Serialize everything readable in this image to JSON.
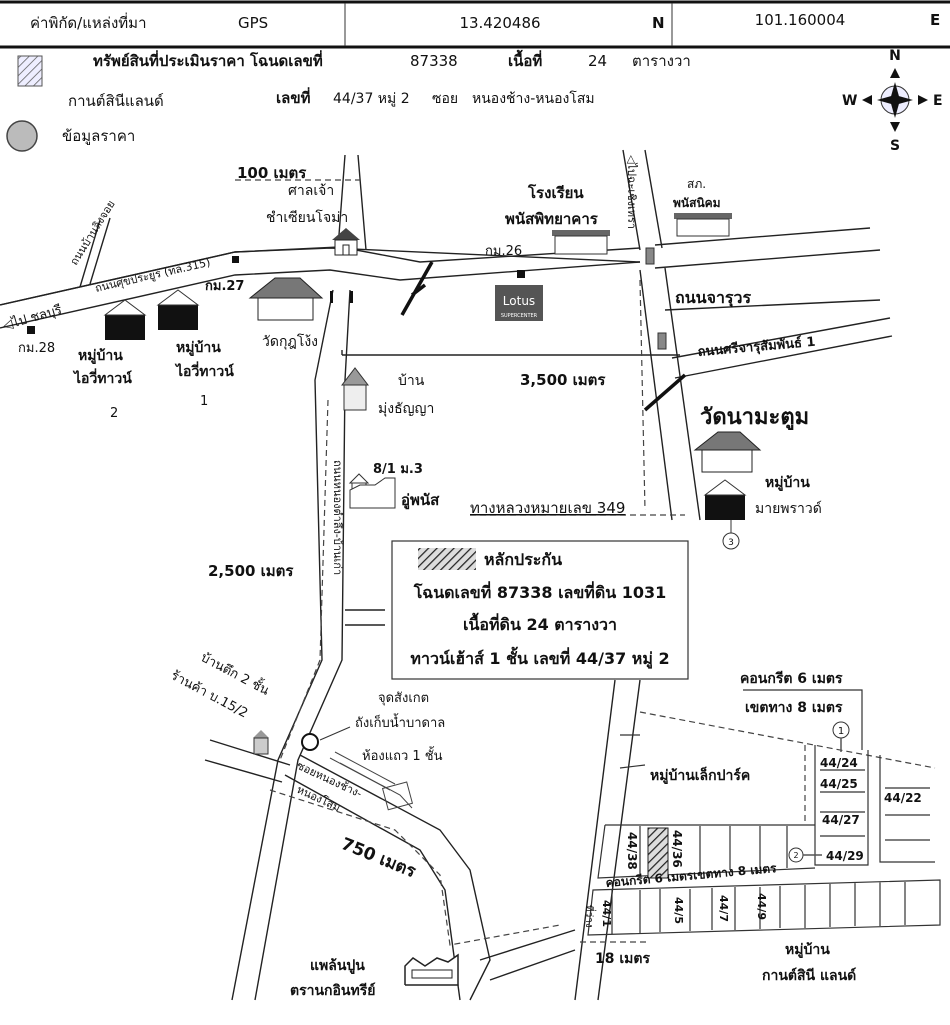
{
  "header": {
    "coord_label": "ค่าพิกัด/แหล่งที่มา",
    "source": "GPS",
    "latitude": "13.420486",
    "lat_dir": "N",
    "longitude": "101.160004",
    "lon_dir": "E"
  },
  "legend": {
    "subject_label": "ทรัพย์สินที่ประเมินราคา โฉนดเลขที่",
    "deed_no": "87338",
    "area_label": "เนื้อที่",
    "area_value": "24",
    "area_unit": "ตารางวา",
    "project": "กานต์สินีแลนด์",
    "address_label": "เลขที่",
    "address_value": "44/37 หมู่ 2",
    "soi_label": "ซอย",
    "soi_value": "หนองช้าง-หนองโสม",
    "price_data_label": "ข้อมูลราคา"
  },
  "compass": {
    "n": "N",
    "s": "S",
    "e": "E",
    "w": "W"
  },
  "map": {
    "dist_100": "100 เมตร",
    "shrine_1": "ศาลเจ้า",
    "shrine_2": "ชำเซียนโจม่า",
    "road_banlongjoi": "ถนนบ้านลิงจอย",
    "road_sukprayoon": "ถนนศุขประยูร (ทล.315)",
    "to_chonburi": "◁ไป ชลบุรี",
    "km28": "กม.28",
    "km27": "กม.27",
    "km26": "กม.26",
    "village_ivy_label": "หมู่บ้าน",
    "village_ivy_name": "ไอวี่ทาวน์",
    "village_ivy_2": "2",
    "village_ivy_1": "1",
    "wat_kukong": "วัดกุฎโง้ง",
    "house_mung_1": "บ้าน",
    "house_mung_2": "มุ่งธัญญา",
    "school_1": "โรงเรียน",
    "school_2": "พนัสพิทยาคาร",
    "lotus": "Lotus",
    "lotus_sub": "SUPERCENTER",
    "police_1": "สภ.",
    "police_2": "พนัสนิคม",
    "to_chachoengsao": "◁ไปฉะเชิงเทรา",
    "road_jaruworn": "ถนนจารุวร",
    "road_sri": "ถนนศรีจารุสัมพันธ์ 1",
    "dist_3500": "3,500 เมตร",
    "wat_namatoom": "วัดนามะตูม",
    "village_my_1": "หมู่บ้าน",
    "village_my_2": "มายพราวด์",
    "marker_3": "3",
    "house_81": "8/1 ม.3",
    "factory_upanas": "อู่พนัส",
    "highway_349": "ทางหลวงหมายเลข 349",
    "road_vertical": "ถนนหนองตำลึง-บ้านเก่า",
    "dist_2500": "2,500 เมตร",
    "shop_1": "บ้านตึก 2 ชั้น",
    "shop_2": "ร้านค้า บ.15/2",
    "observe_1": "จุดสังเกต",
    "observe_2": "ถังเก็บน้ำบาดาล",
    "row_house": "ห้องแถว 1 ชั้น",
    "soi_1": "ซอยหนองช้าง-",
    "soi_2": "หนองโสม",
    "dist_750": "750 เมตร",
    "plant_1": "แพล้นปูน",
    "plant_2": "ตรานกอินทรีย์",
    "concrete_top": "คอนกรีต 6 เมตร",
    "row_top": "เขตทาง 8 เมตร",
    "village_lek": "หมู่บ้านเล็กปาร์ค",
    "concrete_mid": "คอนกรีต 6 เมตรเขตทาง 8 เมตร",
    "empty_lot": "ที่ว่าง",
    "dist_18": "18 เมตร",
    "village_kan_1": "หมู่บ้าน",
    "village_kan_2": "กานต์สินี แลนด์",
    "marker_1": "1",
    "marker_2": "2",
    "lots": {
      "l4424": "44/24",
      "l4425": "44/25",
      "l4427": "44/27",
      "l4429": "44/29",
      "l4422": "44/22",
      "l4438": "44/38",
      "l4436": "44/36",
      "l441": "44/1",
      "l445": "44/5",
      "l447": "44/7",
      "l449": "44/9"
    }
  },
  "infobox": {
    "title": "หลักประกัน",
    "line1": "โฉนดเลขที่ 87338 เลขที่ดิน 1031",
    "line2": "เนื้อที่ดิน 24 ตารางวา",
    "line3": "ทาวน์เฮ้าส์ 1 ชั้น เลขที่ 44/37 หมู่ 2"
  }
}
